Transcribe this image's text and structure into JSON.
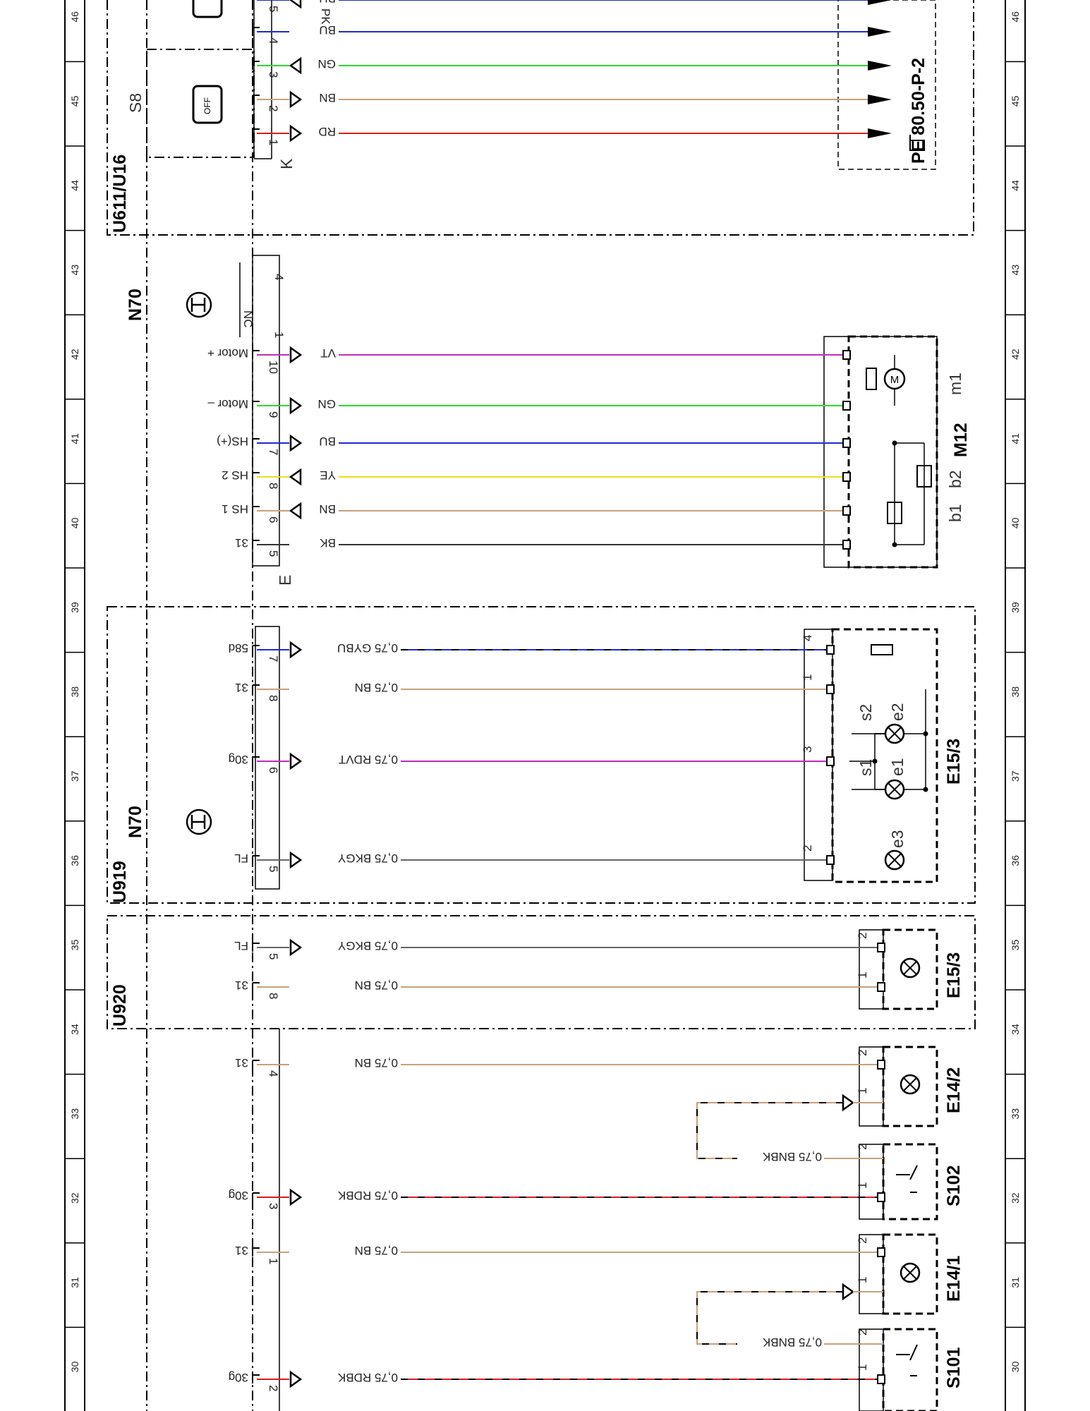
{
  "zones": [
    "30",
    "31",
    "32",
    "33",
    "34",
    "35",
    "36",
    "37",
    "38",
    "39",
    "40",
    "41",
    "42",
    "43",
    "44",
    "45",
    "46"
  ],
  "blocks": {
    "u611": "U611/U16",
    "s8": "S8",
    "n70_a": "N70",
    "n70_b": "N70",
    "u919": "U919",
    "u920": "U920"
  },
  "connectors": {
    "k": "K",
    "e": "E"
  },
  "reference": "PE 80.50-P-2",
  "nc_label": "NC",
  "partial_label": "PK",
  "components": {
    "m12": "M12",
    "m1": "m1",
    "b1": "b1",
    "b2": "b2",
    "e15_3a": "E15/3",
    "e15_3b": "E15/3",
    "e14_2": "E14/2",
    "s102": "S102",
    "e14_1": "E14/1",
    "s101": "S101",
    "s1": "s1",
    "s2": "s2",
    "e1": "e1",
    "e2": "e2",
    "e3": "e3"
  },
  "wires": [
    {
      "id": "w-k5",
      "color": "BU",
      "pin": "5",
      "hex": "#1e2ad4"
    },
    {
      "id": "w-k4",
      "color": "BU",
      "pin": "4",
      "hex": "#1e2ad4"
    },
    {
      "id": "w-k3",
      "color": "GN",
      "pin": "3",
      "hex": "#2bdc2b"
    },
    {
      "id": "w-k2",
      "color": "BN",
      "pin": "2",
      "hex": "#c8a07e"
    },
    {
      "id": "w-k1",
      "color": "RD",
      "pin": "1",
      "hex": "#d81e1e"
    },
    {
      "id": "w-e10",
      "color": "VT",
      "pin": "10",
      "signal": "Motor +",
      "hex": "#c02cc0"
    },
    {
      "id": "w-e9",
      "color": "GN",
      "pin": "9",
      "signal": "Motor –",
      "hex": "#2bdc2b"
    },
    {
      "id": "w-e7",
      "color": "BU",
      "pin": "7",
      "signal": "HS(+)",
      "hex": "#1e2ad4"
    },
    {
      "id": "w-e8",
      "color": "YE",
      "pin": "8",
      "signal": "HS 2",
      "hex": "#e8e020"
    },
    {
      "id": "w-e6",
      "color": "BN",
      "pin": "6",
      "signal": "HS 1",
      "hex": "#c8a07e"
    },
    {
      "id": "w-e5",
      "color": "BK",
      "pin": "5",
      "signal": "31",
      "hex": "#333333"
    },
    {
      "id": "w-u7",
      "color": "0,75 GYBU",
      "pin": "7",
      "signal": "58d",
      "hex": "#1e2ad4"
    },
    {
      "id": "w-u8",
      "color": "0,75 BN",
      "pin": "8",
      "signal": "31",
      "hex": "#c8a07e"
    },
    {
      "id": "w-u6",
      "color": "0,75 RDVT",
      "pin": "6",
      "signal": "30g",
      "hex": "#c02cc0"
    },
    {
      "id": "w-u5",
      "color": "0,75 BKGY",
      "pin": "5",
      "signal": "FL",
      "hex": "#666666"
    },
    {
      "id": "w-v5",
      "color": "0,75 BKGY",
      "pin": "5",
      "signal": "FL",
      "hex": "#666666"
    },
    {
      "id": "w-v8",
      "color": "0,75 BN",
      "pin": "8",
      "signal": "31",
      "hex": "#c8a07e"
    },
    {
      "id": "w-x4",
      "color": "0,75 BN",
      "pin": "4",
      "signal": "31",
      "hex": "#c8a07e"
    },
    {
      "id": "w-x3",
      "color": "0,75 RDBK",
      "pin": "3",
      "signal": "30g",
      "hex": "#d81e1e"
    },
    {
      "id": "w-x1",
      "color": "0,75 BN",
      "pin": "1",
      "signal": "31",
      "hex": "#c8a07e"
    },
    {
      "id": "w-x2",
      "color": "0,75 RDBK",
      "pin": "2",
      "signal": "30g",
      "hex": "#d81e1e"
    }
  ],
  "loops": [
    {
      "id": "loop-33",
      "color": "0,75 BNBK",
      "hex": "#c8a07e"
    },
    {
      "id": "loop-31",
      "color": "0,75 BNBK",
      "hex": "#c8a07e"
    }
  ],
  "device_pins": {
    "e15_3a": [
      "4",
      "1",
      "3",
      "2"
    ],
    "e15_3b": [
      "2",
      "1"
    ],
    "e14_2": [
      "2",
      "1"
    ],
    "s102": [
      "2",
      "1"
    ],
    "e14_1": [
      "2",
      "1"
    ],
    "s101": [
      "2",
      "1"
    ]
  }
}
